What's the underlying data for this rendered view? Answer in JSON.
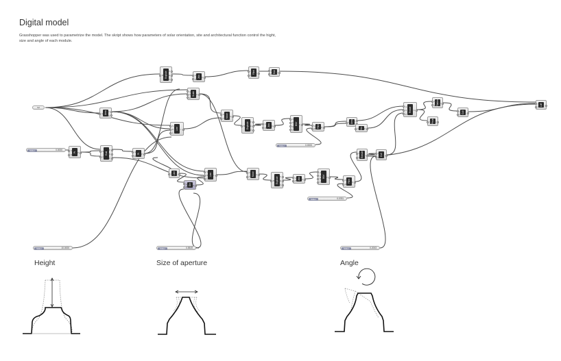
{
  "header": {
    "title": "Digital model",
    "description": "Grasshopper was used to parametrize the model. The skript shows how parameters of solar orientation, site and architectural function control the hight, size and angle of each module."
  },
  "graph": {
    "input_param": {
      "label": "Srf"
    },
    "sliders": [
      {
        "name": "slider-left",
        "tag": "Slider",
        "value": "0.0000"
      },
      {
        "name": "slider-mid-upper",
        "tag": "Slider",
        "value": "0.0000"
      },
      {
        "name": "slider-mid-lower",
        "tag": "Slider",
        "value": "0.0781"
      },
      {
        "name": "slider-height",
        "tag": "Slider",
        "value": "10.0000"
      },
      {
        "name": "slider-aperture",
        "tag": "Slider",
        "value": "0.5519"
      },
      {
        "name": "slider-angle",
        "tag": "Slider",
        "value": "0.2003"
      }
    ],
    "nodes": [
      {
        "name": "explode-1",
        "label": "Explode",
        "inputs": [
          "B"
        ],
        "outputs": [
          "F",
          "E",
          "V"
        ]
      },
      {
        "name": "join-1",
        "label": "Join",
        "inputs": [
          "C",
          "P"
        ],
        "outputs": [
          "C"
        ]
      },
      {
        "name": "fillet-1",
        "label": "Fillet",
        "inputs": [
          "C",
          "R"
        ],
        "outputs": [
          "C"
        ]
      },
      {
        "name": "extrude-1",
        "label": "Extr",
        "inputs": [
          "B",
          "D"
        ],
        "outputs": [
          "E"
        ]
      },
      {
        "name": "scale-1",
        "label": "Scale",
        "inputs": [
          "G",
          "C",
          "F"
        ],
        "outputs": [
          "G"
        ]
      },
      {
        "name": "area-1",
        "label": "Area",
        "inputs": [
          "G"
        ],
        "outputs": [
          "A",
          "C"
        ]
      },
      {
        "name": "line-1",
        "label": "Line",
        "inputs": [
          "S",
          "D",
          "L"
        ],
        "outputs": [
          "L"
        ]
      },
      {
        "name": "move-1",
        "label": "Move",
        "inputs": [
          "G",
          "T"
        ],
        "outputs": [
          "G"
        ]
      },
      {
        "name": "explode-2",
        "label": "Explode",
        "inputs": [
          "B"
        ],
        "outputs": [
          "F",
          "E",
          "V"
        ]
      },
      {
        "name": "join-2",
        "label": "Join",
        "inputs": [
          "C",
          "P"
        ],
        "outputs": [
          "C"
        ]
      },
      {
        "name": "bsrf-1",
        "label": "BSrf",
        "inputs": [
          "C",
          "O",
          "N",
          "T"
        ],
        "outputs": [
          "C"
        ]
      },
      {
        "name": "fillet-2",
        "label": "Fillet",
        "inputs": [
          "C",
          "R"
        ],
        "outputs": [
          "C"
        ]
      },
      {
        "name": "area-2",
        "label": "Area",
        "inputs": [
          "B"
        ],
        "outputs": [
          "A",
          "C"
        ]
      },
      {
        "name": "vec-1",
        "label": "Vec",
        "inputs": [
          "G"
        ],
        "outputs": [
          "P"
        ]
      },
      {
        "name": "rotate-1",
        "label": "Rotate",
        "inputs": [
          "G",
          "A",
          "P"
        ],
        "outputs": [
          "G"
        ]
      },
      {
        "name": "flatten-1",
        "label": "Flatten",
        "inputs": [
          "D",
          "P"
        ],
        "outputs": [
          "D"
        ]
      },
      {
        "name": "preview-1",
        "label": "Preview",
        "inputs": [
          "G"
        ],
        "outputs": [
          "S"
        ]
      },
      {
        "name": "cull-1",
        "label": "Cull",
        "inputs": [
          "L",
          "P"
        ],
        "outputs": [
          "L"
        ]
      },
      {
        "name": "loft-1",
        "label": "Loft",
        "inputs": [
          "S",
          "O"
        ],
        "outputs": [
          "L"
        ]
      },
      {
        "name": "pt-1",
        "label": "Pt",
        "inputs": [
          "S",
          "N"
        ],
        "outputs": [
          "P"
        ]
      },
      {
        "name": "eval-1",
        "label": "Eval",
        "inputs": [
          "S",
          "uv"
        ],
        "outputs": [
          "P",
          "N",
          "F"
        ]
      },
      {
        "name": "pt-2",
        "label": "Pt",
        "inputs": [
          "G",
          "B"
        ],
        "outputs": [
          "P"
        ]
      },
      {
        "name": "line-2",
        "label": "Line",
        "inputs": [
          "S",
          "D",
          "L"
        ],
        "outputs": [
          "L"
        ]
      },
      {
        "name": "line-3",
        "label": "Line",
        "inputs": [
          "C"
        ],
        "outputs": [
          "L"
        ]
      },
      {
        "name": "div-1",
        "label": "Div",
        "inputs": [
          "A",
          "B"
        ],
        "outputs": [
          "R"
        ]
      },
      {
        "name": "line-4",
        "label": "Line",
        "inputs": [
          "S",
          "D",
          "L"
        ],
        "outputs": [
          "L"
        ]
      },
      {
        "name": "move-2",
        "label": "Move",
        "inputs": [
          "G",
          "T"
        ],
        "outputs": [
          "G"
        ]
      },
      {
        "name": "explode-3",
        "label": "Explode",
        "inputs": [
          "B"
        ],
        "outputs": [
          "F",
          "E",
          "V"
        ]
      },
      {
        "name": "join-3",
        "label": "Join",
        "inputs": [
          "C",
          "P"
        ],
        "outputs": [
          "C"
        ]
      },
      {
        "name": "bsrf-2",
        "label": "BSrf",
        "inputs": [
          "C",
          "O",
          "N",
          "T"
        ],
        "outputs": [
          "C"
        ]
      },
      {
        "name": "fillet-3",
        "label": "Fillet",
        "inputs": [
          "C",
          "R"
        ],
        "outputs": [
          "C"
        ]
      },
      {
        "name": "extrude-2",
        "label": "Extrude",
        "inputs": [
          "B",
          "D"
        ],
        "outputs": [
          "E"
        ]
      },
      {
        "name": "cull-2",
        "label": "Cull",
        "inputs": [
          "L",
          "P"
        ],
        "outputs": [
          "L"
        ]
      }
    ]
  },
  "captions": {
    "height": "Height",
    "aperture": "Size of aperture",
    "angle": "Angle"
  },
  "icons": {
    "height": "height-extrusion-icon",
    "aperture": "aperture-width-icon",
    "angle": "rotation-angle-icon"
  }
}
